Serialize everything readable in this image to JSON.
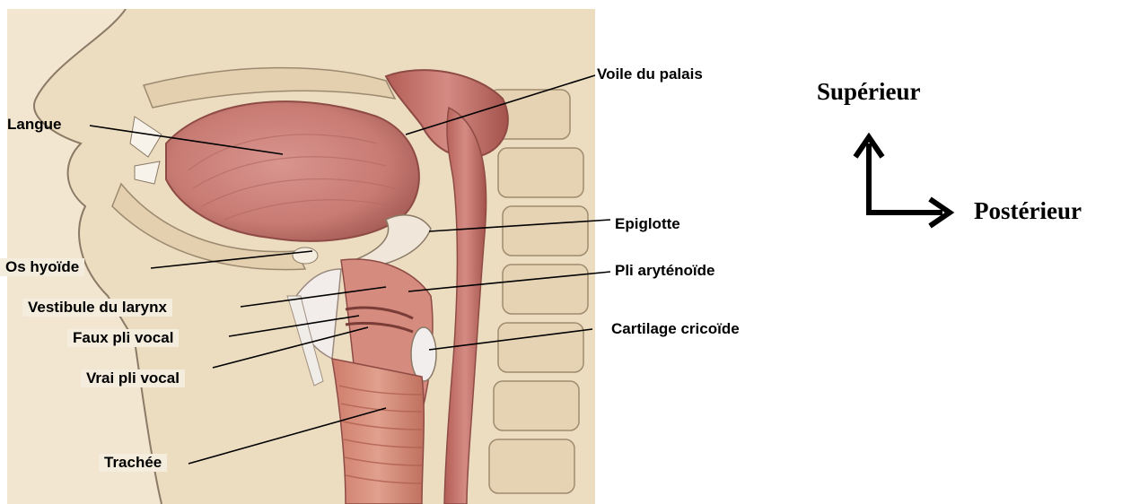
{
  "labels": {
    "langue": "Langue",
    "voile": "Voile du palais",
    "epiglotte": "Epiglotte",
    "os_hyoide": "Os hyoïde",
    "pli_arytenoide": "Pli aryténoïde",
    "vestibule": "Vestibule du larynx",
    "faux_pli": "Faux pli vocal",
    "cartilage": "Cartilage cricoïde",
    "vrai_pli": "Vrai pli vocal",
    "trachee": "Trachée"
  },
  "orientation": {
    "superior": "Supérieur",
    "posterior": "Postérieur"
  }
}
